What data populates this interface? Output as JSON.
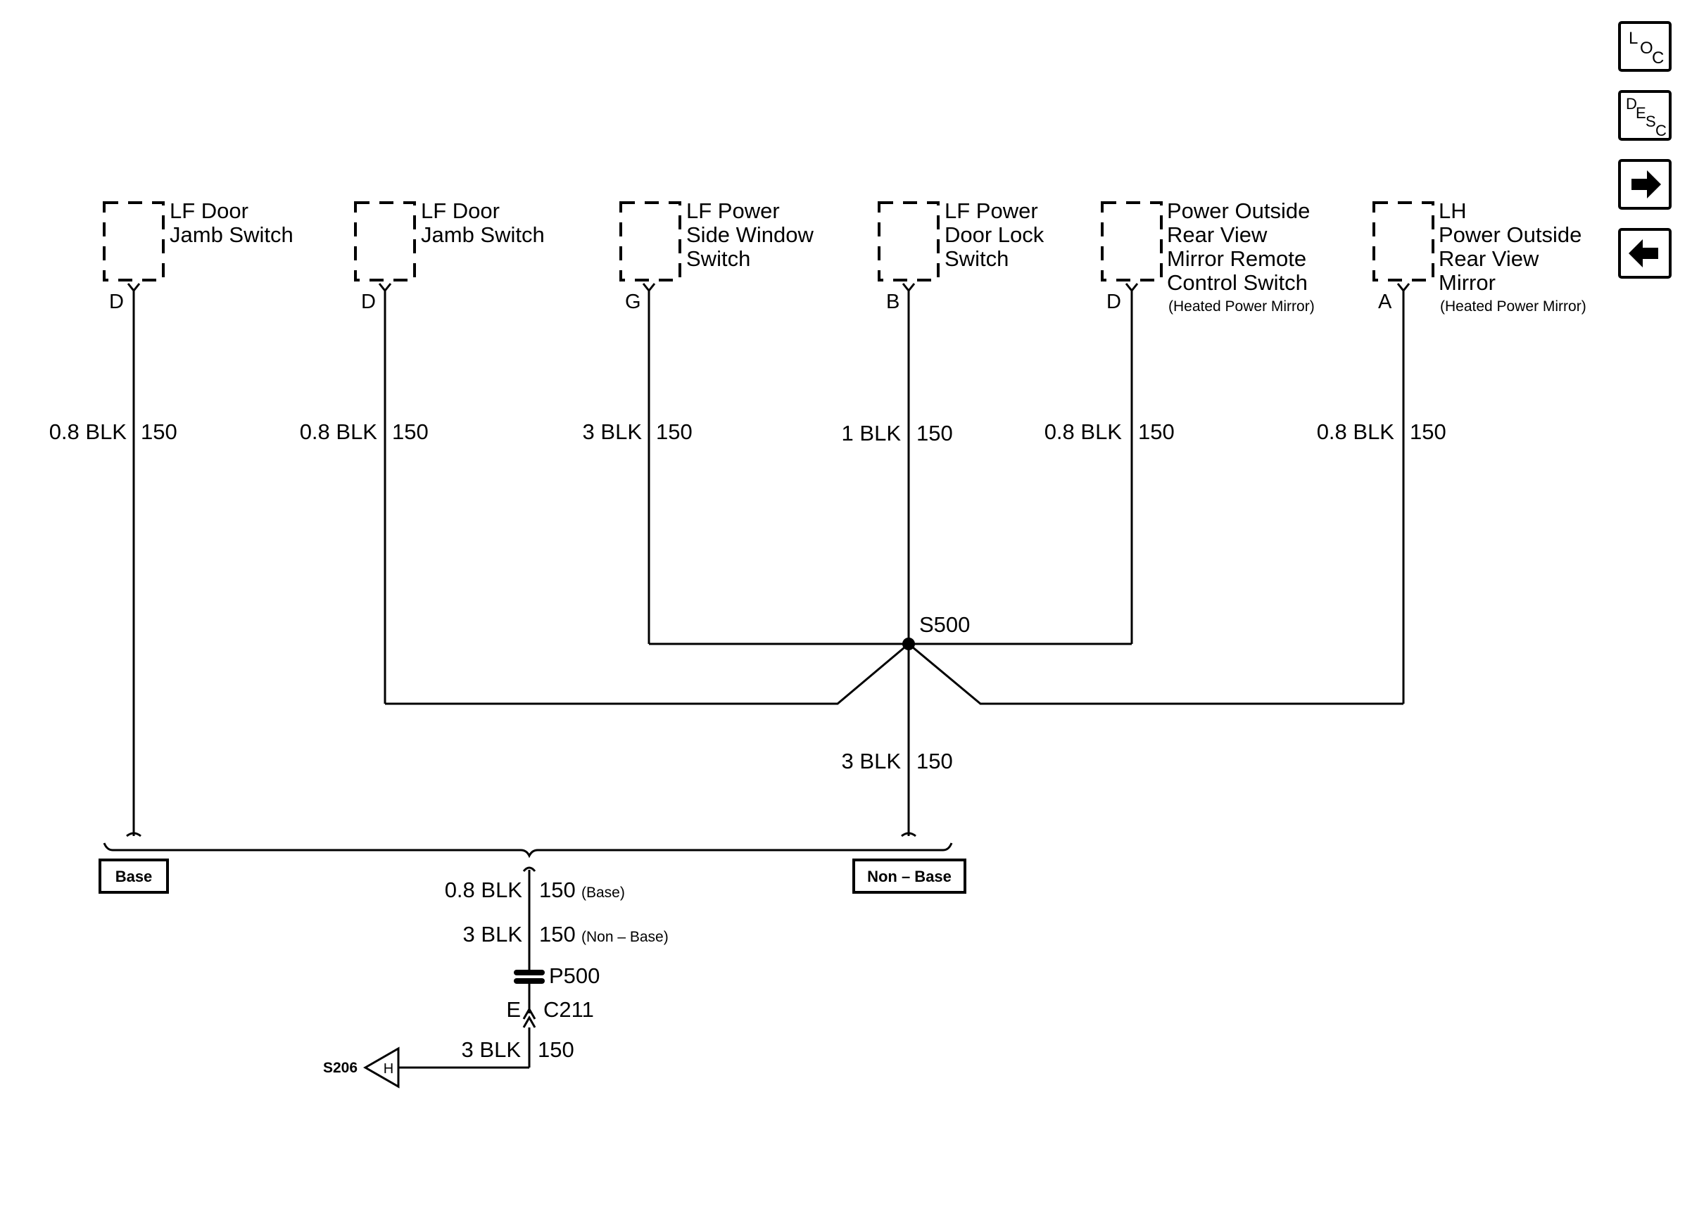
{
  "nav": {
    "loc": {
      "l": "L",
      "o": "O",
      "c": "C"
    },
    "desc": {
      "d": "D",
      "e": "E",
      "s": "S",
      "c": "C"
    }
  },
  "components": [
    {
      "lines": [
        "LF Door",
        "Jamb Switch"
      ],
      "note": "",
      "pin": "D",
      "wire_size": "0.8 BLK",
      "circuit": "150"
    },
    {
      "lines": [
        "LF Door",
        "Jamb Switch"
      ],
      "note": "",
      "pin": "D",
      "wire_size": "0.8 BLK",
      "circuit": "150"
    },
    {
      "lines": [
        "LF Power",
        "Side Window",
        "Switch"
      ],
      "note": "",
      "pin": "G",
      "wire_size": "3 BLK",
      "circuit": "150"
    },
    {
      "lines": [
        "LF Power",
        "Door Lock",
        "Switch"
      ],
      "note": "",
      "pin": "B",
      "wire_size": "1 BLK",
      "circuit": "150"
    },
    {
      "lines": [
        "Power Outside",
        "Rear View",
        "Mirror Remote",
        "Control Switch"
      ],
      "note": "(Heated Power Mirror)",
      "pin": "D",
      "wire_size": "0.8 BLK",
      "circuit": "150"
    },
    {
      "lines": [
        "LH",
        "Power Outside",
        "Rear View",
        "Mirror"
      ],
      "note": "(Heated Power Mirror)",
      "pin": "A",
      "wire_size": "0.8 BLK",
      "circuit": "150"
    }
  ],
  "splice": {
    "label": "S500",
    "wire_size": "3 BLK",
    "circuit": "150"
  },
  "options": {
    "base": "Base",
    "non_base": "Non – Base"
  },
  "trunk": {
    "base_size": "0.8 BLK",
    "base_circuit": "150",
    "base_note": "(Base)",
    "nonbase_size": "3 BLK",
    "nonbase_circuit": "150",
    "nonbase_note": "(Non – Base)"
  },
  "splice_pack": {
    "label": "P500"
  },
  "connector": {
    "pin": "E",
    "label": "C211"
  },
  "ground_wire": {
    "wire_size": "3 BLK",
    "circuit": "150"
  },
  "ground_ref": {
    "label": "S206",
    "letter": "H"
  }
}
